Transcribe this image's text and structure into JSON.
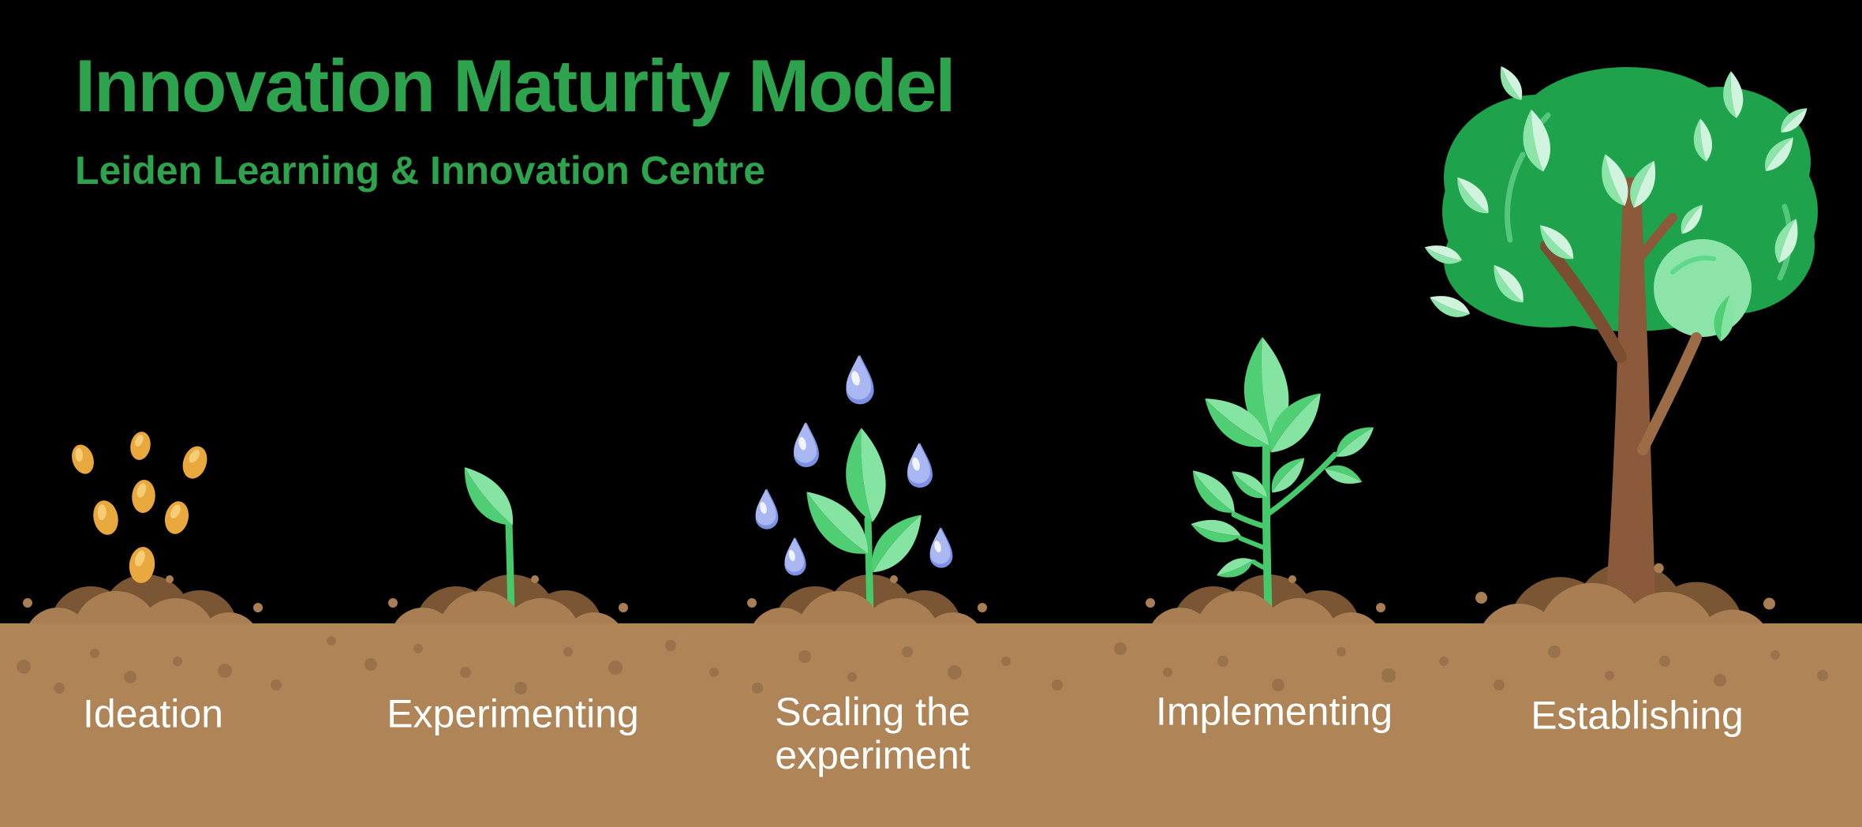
{
  "header": {
    "title": "Innovation Maturity Model",
    "subtitle": "Leiden Learning & Innovation Centre"
  },
  "stages": [
    {
      "label": "Ideation",
      "icon": "seeds-icon"
    },
    {
      "label": "Experimenting",
      "icon": "sprout-icon"
    },
    {
      "label": "Scaling the\nexperiment",
      "icon": "watered-seedling-icon"
    },
    {
      "label": "Implementing",
      "icon": "sapling-icon"
    },
    {
      "label": "Establishing",
      "icon": "tree-icon"
    }
  ],
  "palette": {
    "background": "#000000",
    "title_green": "#2CA34C",
    "canopy_green": "#1FA24C",
    "leaf_dark": "#4FCE74",
    "leaf_light": "#86E4A2",
    "leaf_mint": "#8CE4A8",
    "stem_green": "#46C96A",
    "seed_gold": "#E9A83E",
    "seed_highlight": "#F6CD76",
    "drop_blue": "#A9B8F2",
    "drop_shadow": "#7E90E5",
    "soil_tan": "#AF8457",
    "soil_front": "#A87E52",
    "soil_dark": "#7B5634",
    "trunk_brown": "#8A5A3B",
    "label_white": "#FFFFFF"
  }
}
